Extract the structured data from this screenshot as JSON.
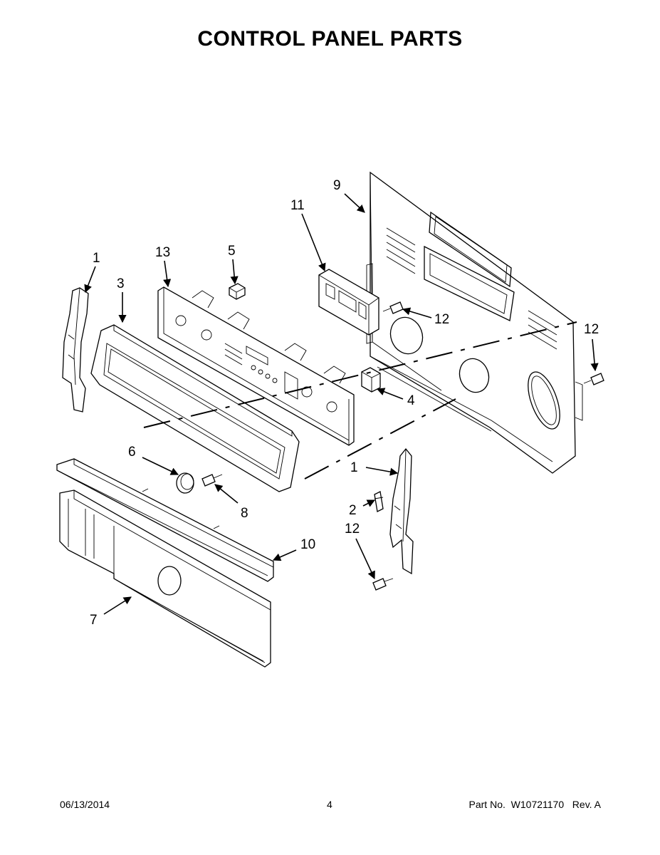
{
  "title": "CONTROL PANEL PARTS",
  "callouts": {
    "c1_left": "1",
    "c3": "3",
    "c13": "13",
    "c5": "5",
    "c11": "11",
    "c9": "9",
    "c12_upper": "12",
    "c12_right": "12",
    "c4": "4",
    "c6": "6",
    "c8": "8",
    "c10": "10",
    "c7": "7",
    "c1_right": "1",
    "c2": "2",
    "c12_lower": "12"
  },
  "footer": {
    "date": "06/13/2014",
    "page": "4",
    "part_label": "Part No.",
    "part_number": "W10721170",
    "rev": "Rev. A"
  }
}
